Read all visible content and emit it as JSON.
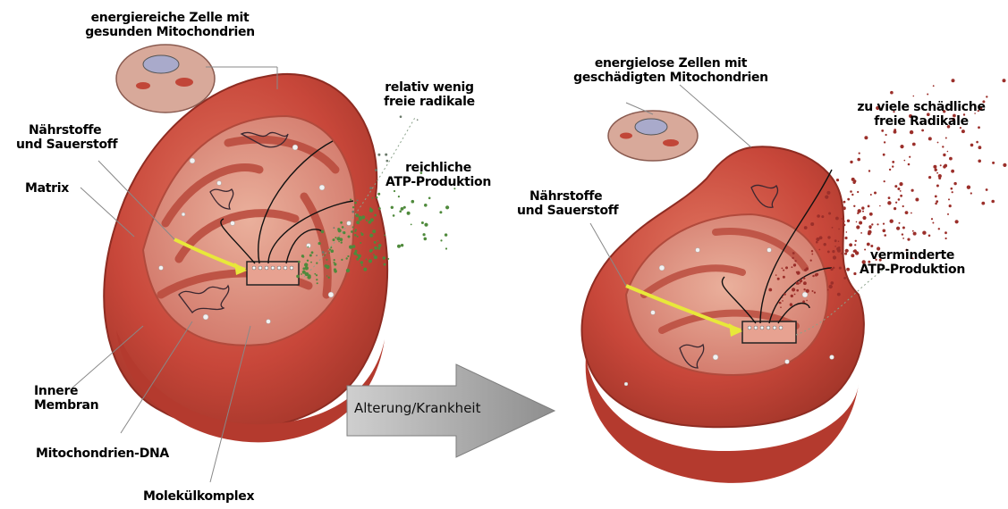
{
  "left_panel": {
    "cell_caption": [
      "energiereiche Zelle mit",
      "gesunden Mitochondrien"
    ],
    "radicals": [
      "relativ wenig",
      "freie radikale"
    ],
    "nutrients": [
      "Nährstoffe",
      "und Sauerstoff"
    ],
    "atp": [
      "reichliche",
      "ATP-Produktion"
    ],
    "matrix": "Matrix",
    "membrane": [
      "Innere",
      "Membran"
    ],
    "dna": "Mitochondrien-DNA",
    "complex": "Molekülkomplex"
  },
  "transition_label": "Alterung/Krankheit",
  "right_panel": {
    "cell_caption": [
      "energielose Zellen mit",
      "geschädigten Mitochondrien"
    ],
    "radicals": [
      "zu viele schädliche",
      "freie Radikale"
    ],
    "nutrients": [
      "Nährstoffe",
      "und Sauerstoff"
    ],
    "atp": [
      "verminderte",
      "ATP-Produktion"
    ]
  },
  "colors": {
    "membrane": "#c8473a",
    "membrane_dark": "#a8362b",
    "inner": "#e29a86",
    "arrow_yellow": "#e8e83a",
    "particles_green": "#4f8a3c",
    "particles_red": "#9b2f2a",
    "big_arrow": "#9a9a9a"
  }
}
